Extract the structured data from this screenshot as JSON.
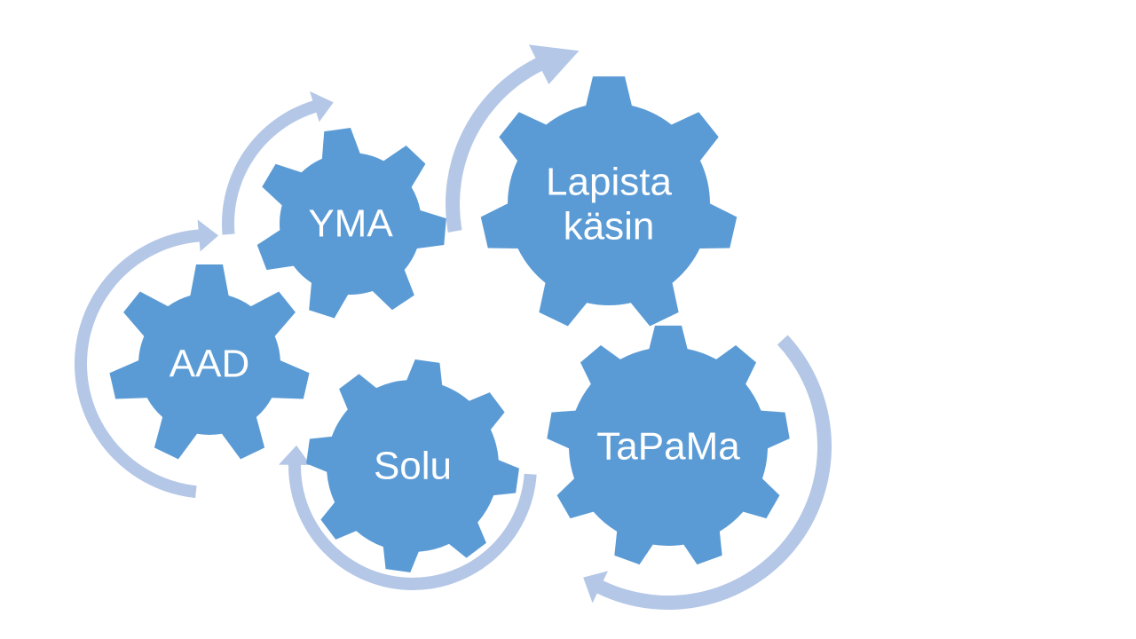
{
  "slide": {
    "background": "#ffffff"
  },
  "colors": {
    "gear_fill": "#5b9bd5",
    "arrow_fill": "#b4c7e7",
    "label_text": "#ffffff"
  },
  "gears": [
    {
      "id": "yma",
      "lines": [
        "YMA"
      ]
    },
    {
      "id": "lapista-kasin",
      "lines": [
        "Lapista",
        "käsin"
      ]
    },
    {
      "id": "aad",
      "lines": [
        "AAD"
      ]
    },
    {
      "id": "solu",
      "lines": [
        "Solu"
      ]
    },
    {
      "id": "tapama",
      "lines": [
        "TaPaMa"
      ]
    }
  ]
}
